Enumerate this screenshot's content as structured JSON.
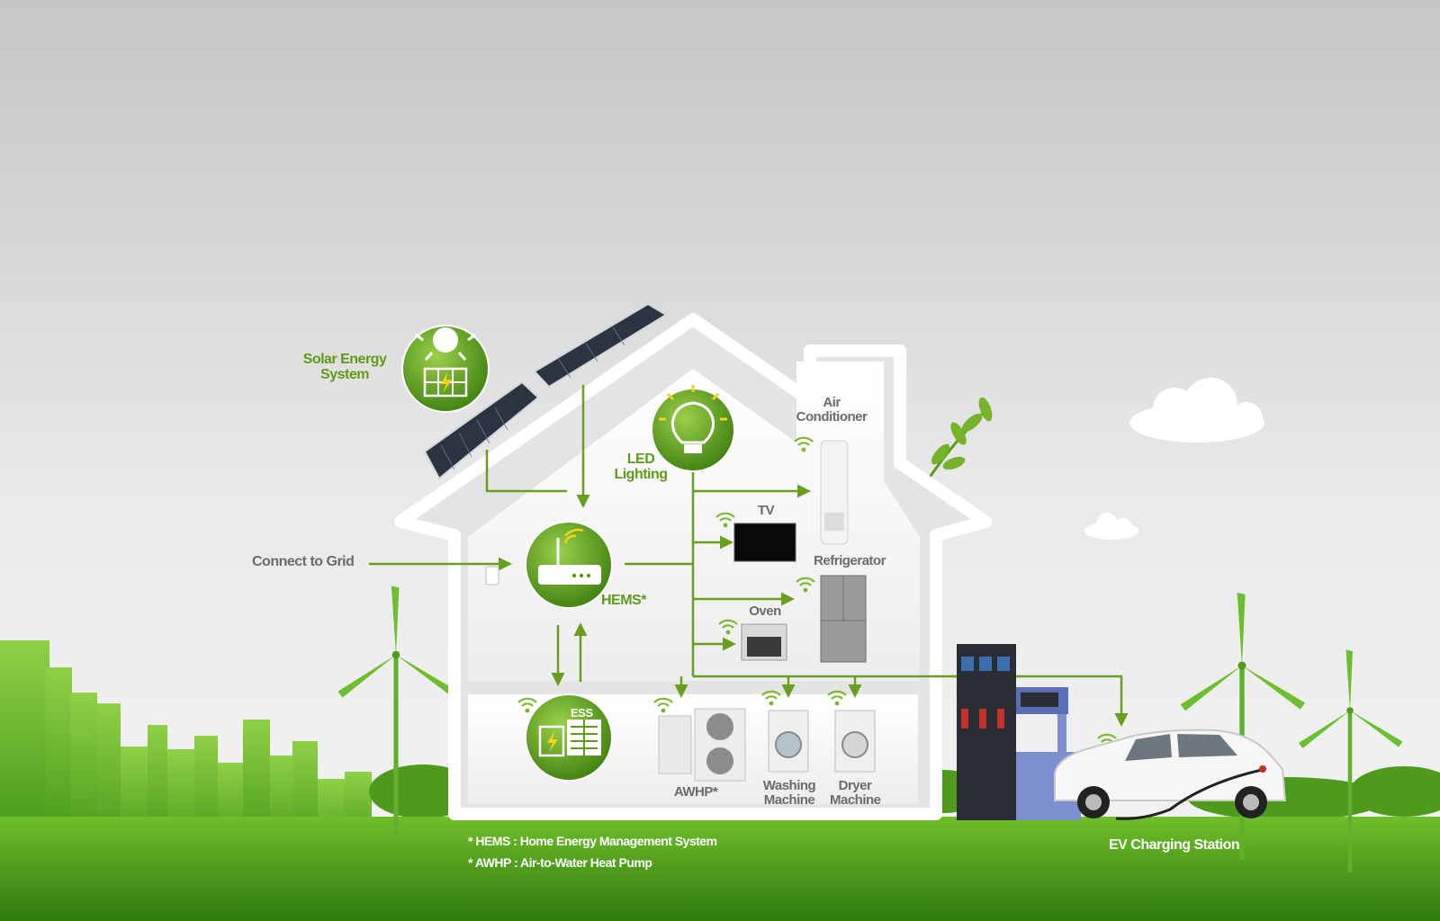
{
  "labels": {
    "solar": [
      "Solar Energy",
      "System"
    ],
    "led": [
      "LED",
      "Lighting"
    ],
    "air_conditioner": [
      "Air",
      "Conditioner"
    ],
    "tv": "TV",
    "refrigerator": "Refrigerator",
    "oven": "Oven",
    "connect_grid": "Connect to Grid",
    "hems": "HEMS*",
    "ess": "ESS",
    "awhp": "AWHP*",
    "washing": [
      "Washing",
      "Machine"
    ],
    "dryer": [
      "Dryer",
      "Machine"
    ],
    "ev": "EV Charging Station"
  },
  "footnotes": [
    "* HEMS : Home Energy Management System",
    "* AWHP : Air-to-Water Heat Pump"
  ],
  "colors": {
    "accent_green": "#5f9a18",
    "line_green": "#6a9e1f",
    "sky_top": "#c9c9cb",
    "sky_bottom": "#f2f2f2",
    "grass": "#3f8f16",
    "label_gray": "#6b6b6b"
  },
  "icons": [
    "sun-icon",
    "solar-panel-icon",
    "bulb-icon",
    "router-icon",
    "battery-icon",
    "wifi-icon",
    "wind-turbine-icon",
    "car-icon",
    "charging-pump-icon",
    "cloud-icon"
  ]
}
